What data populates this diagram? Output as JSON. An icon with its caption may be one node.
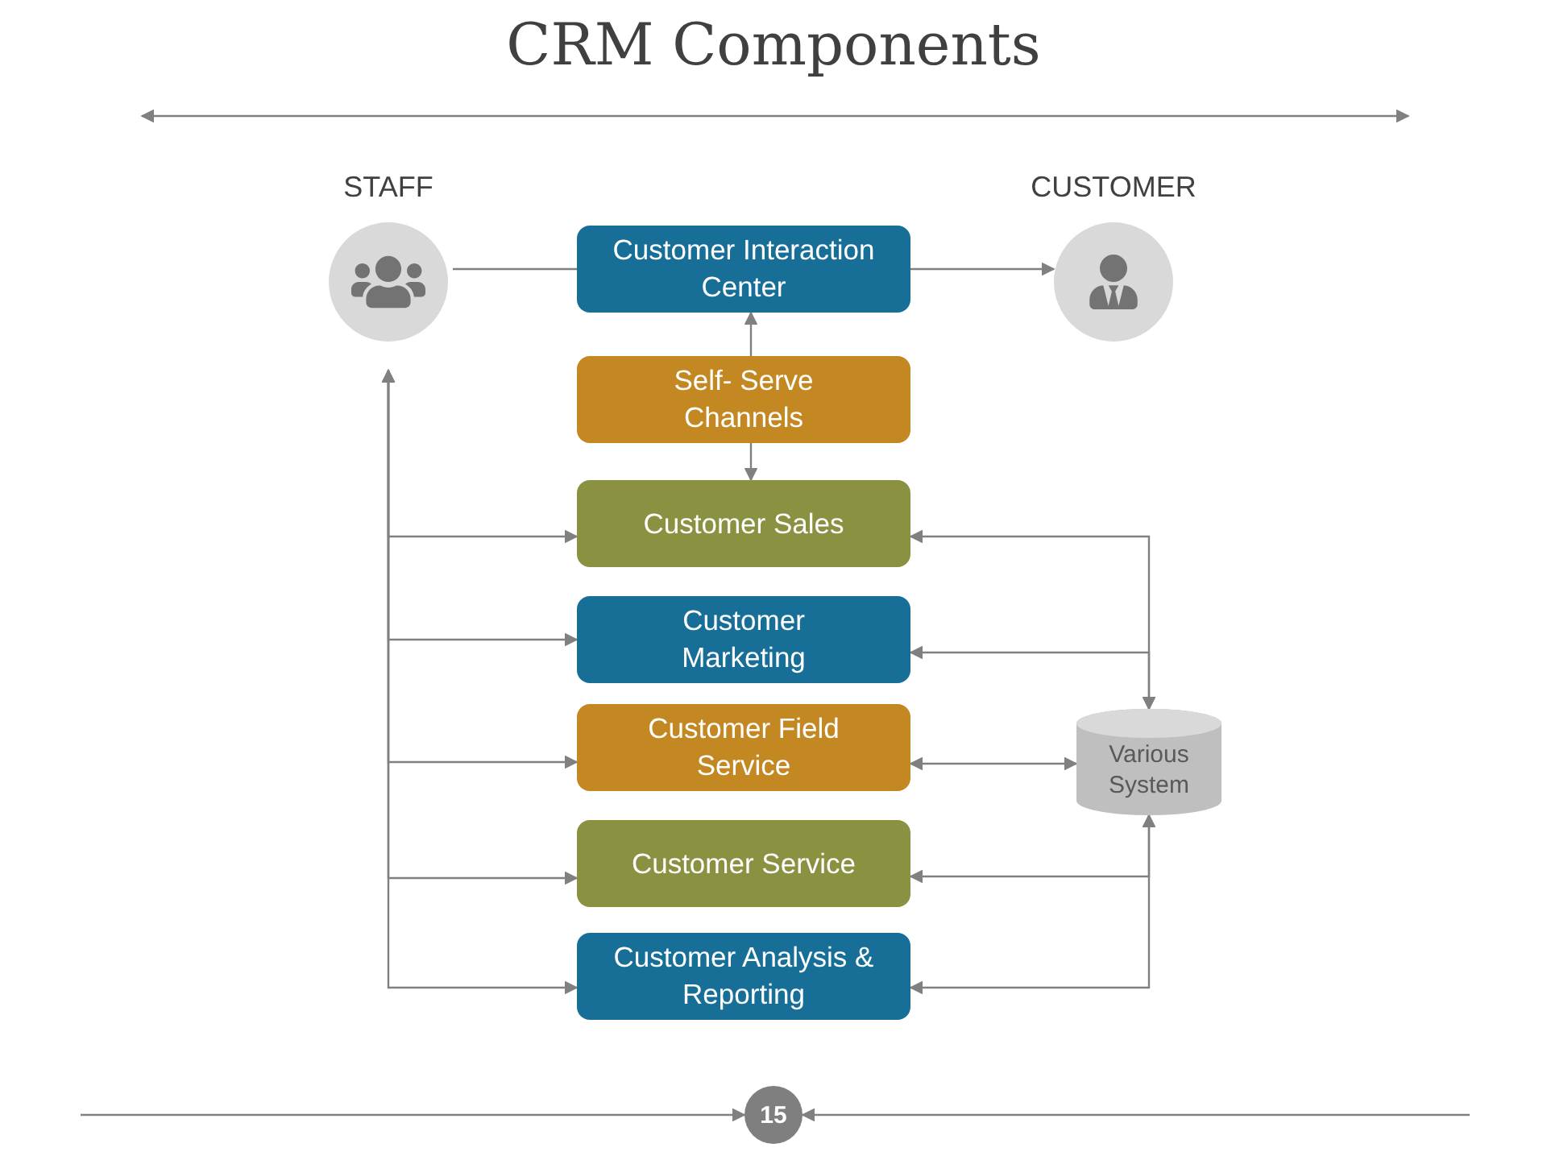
{
  "diagram": {
    "title": "CRM Components",
    "nodes": [
      {
        "text": [
          "STAFF"
        ]
      },
      {
        "text": [
          "CUSTOMER"
        ]
      },
      {
        "text": [
          "Customer Interaction Center"
        ]
      },
      {
        "text": [
          "Self- Serve Channels"
        ]
      },
      {
        "text": [
          "Customer Sales"
        ]
      },
      {
        "text": [
          "Customer Marketing"
        ]
      },
      {
        "text": [
          "Customer Field Service"
        ]
      },
      {
        "text": [
          "Customer Service"
        ]
      },
      {
        "text": [
          "Customer Analysis & Reporting"
        ]
      },
      {
        "text": [
          "Various System"
        ]
      },
      {
        "text": [
          "15"
        ]
      }
    ],
    "edges": [
      {
        "from": 0,
        "to": 2,
        "arrow": "none"
      },
      {
        "from": 2,
        "to": 1,
        "arrow": "to"
      },
      {
        "from": 3,
        "to": 2,
        "arrow": "to"
      },
      {
        "from": 3,
        "to": 4,
        "arrow": "to"
      },
      {
        "from": 0,
        "to": 4,
        "arrow": "both"
      },
      {
        "from": 0,
        "to": 5,
        "arrow": "both"
      },
      {
        "from": 0,
        "to": 6,
        "arrow": "both"
      },
      {
        "from": 0,
        "to": 7,
        "arrow": "both"
      },
      {
        "from": 0,
        "to": 8,
        "arrow": "both"
      },
      {
        "from": 9,
        "to": 4,
        "arrow": "both"
      },
      {
        "from": 9,
        "to": 5,
        "arrow": "both"
      },
      {
        "from": 6,
        "to": 9,
        "arrow": "both"
      },
      {
        "from": 9,
        "to": 7,
        "arrow": "both"
      },
      {
        "from": 9,
        "to": 8,
        "arrow": "both"
      },
      {
        "from": null,
        "to": 10,
        "arrow": "to"
      },
      {
        "from": null,
        "to": 10,
        "arrow": "to"
      }
    ]
  }
}
